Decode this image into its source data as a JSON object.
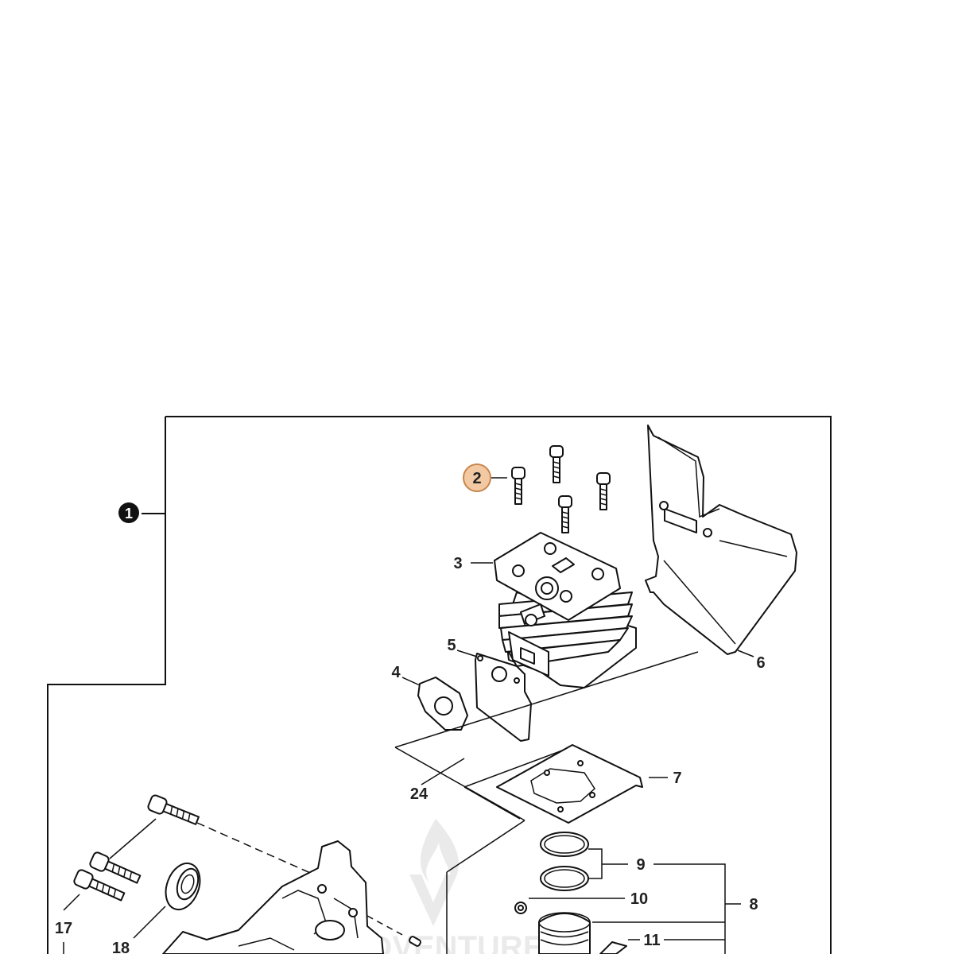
{
  "diagram": {
    "colors": {
      "line": "#111111",
      "label": "#222222",
      "highlight_fill": "#f3c9a3",
      "highlight_stroke": "#c8864d",
      "badge": "#111111"
    },
    "assembly_badge": "1",
    "highlighted_callout": "2",
    "callouts": {
      "c3": "3",
      "c4": "4",
      "c5": "5",
      "c6": "6",
      "c7": "7",
      "c8": "8",
      "c9": "9",
      "c10": "10",
      "c11": "11",
      "c17": "17",
      "c18": "18",
      "c24": "24"
    },
    "watermark": "ADVENTURE"
  }
}
